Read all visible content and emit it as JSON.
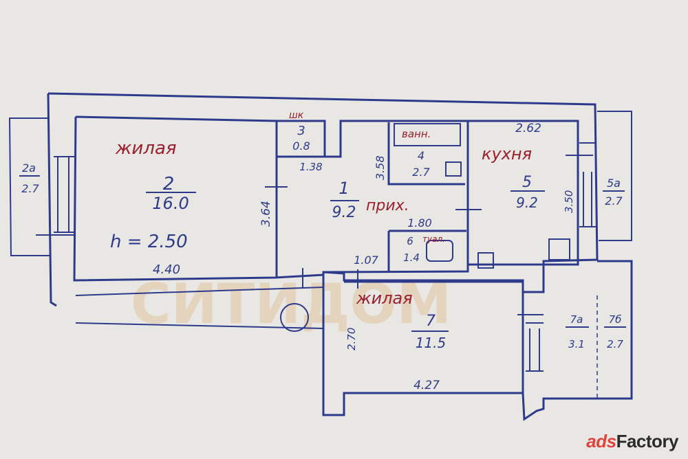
{
  "rooms": [
    {
      "id": "2",
      "area": "16.0",
      "name": "жилая",
      "height": "h = 2.50",
      "width": "4.40",
      "side": "3.64"
    },
    {
      "id": "3",
      "area": "0.8",
      "name": "шк",
      "side": "1.38"
    },
    {
      "id": "1",
      "area": "9.2",
      "name": "прих.",
      "side": "3.58",
      "width": "1.80"
    },
    {
      "id": "4",
      "area": "2.7",
      "name": "ванн."
    },
    {
      "id": "5",
      "area": "9.2",
      "name": "кухня",
      "width": "2.62",
      "side": "3.50"
    },
    {
      "id": "6",
      "area": "1.4",
      "name": "туал."
    },
    {
      "id": "7",
      "area": "11.5",
      "name": "жилая",
      "width": "4.27",
      "side": "2.70",
      "door": "1.07"
    },
    {
      "id": "2а",
      "area": "2.7"
    },
    {
      "id": "5а",
      "area": "2.7"
    },
    {
      "id": "7а",
      "area": "3.1"
    },
    {
      "id": "7б",
      "area": "2.7"
    }
  ],
  "watermark": "СИТИДОМ",
  "brand": {
    "prefix": "ads",
    "suffix": "Factory"
  },
  "colors": {
    "ink": "#2d3a8c",
    "label": "#9b1f2f",
    "paper": "#e9e7e4"
  }
}
